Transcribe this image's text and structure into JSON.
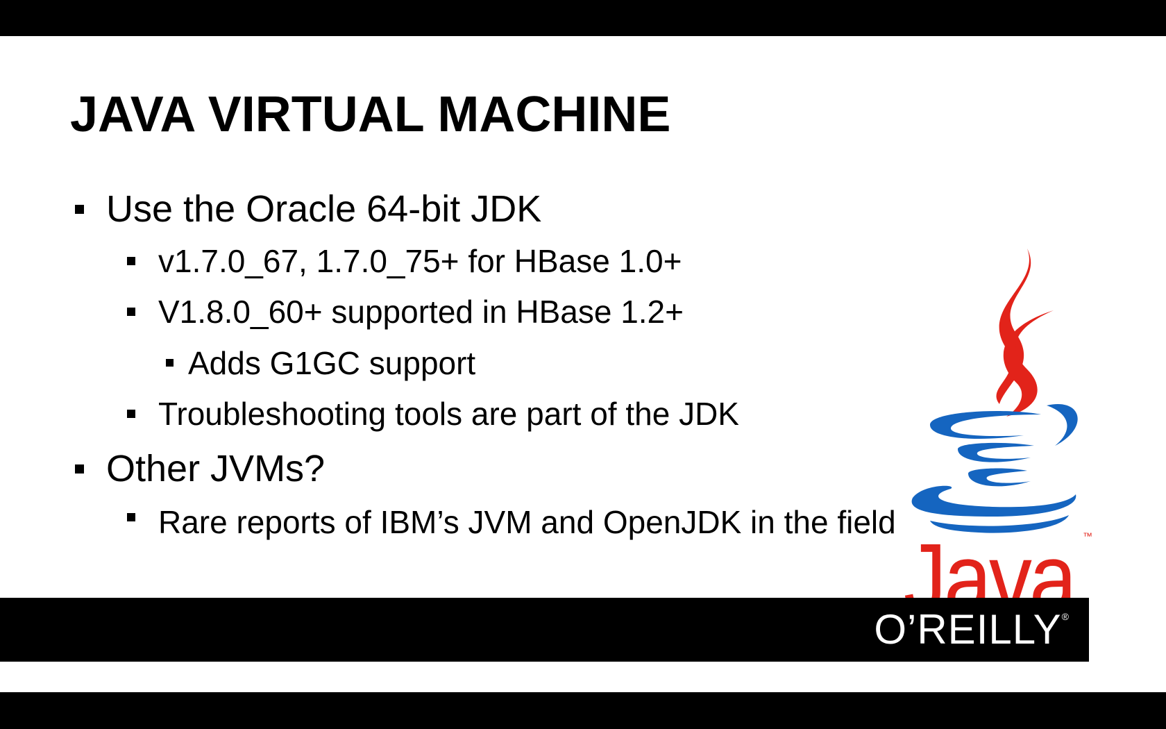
{
  "slide": {
    "title": "JAVA VIRTUAL MACHINE",
    "bullets": [
      {
        "level": 1,
        "text": "Use the Oracle 64-bit JDK"
      },
      {
        "level": 2,
        "text": "v1.7.0_67, 1.7.0_75+ for HBase 1.0+"
      },
      {
        "level": 2,
        "text": "V1.8.0_60+ supported in HBase 1.2+"
      },
      {
        "level": 3,
        "text": "Adds G1GC support"
      },
      {
        "level": 2,
        "text": "Troubleshooting tools are part of the JDK"
      },
      {
        "level": 1,
        "text": "Other JVMs?"
      },
      {
        "level": 2,
        "text": "Rare reports of IBM’s JVM and OpenJDK in the field"
      }
    ]
  },
  "logo": {
    "word": "Java",
    "trademark": "™",
    "flame_color": "#e2231a",
    "cup_color": "#1565c0",
    "icon": "java-coffee-cup-icon"
  },
  "footer": {
    "brand": "O’REILLY",
    "registered": "®"
  },
  "colors": {
    "background": "#ffffff",
    "bars": "#000000",
    "java_red": "#e2231a",
    "java_blue": "#1565c0"
  }
}
